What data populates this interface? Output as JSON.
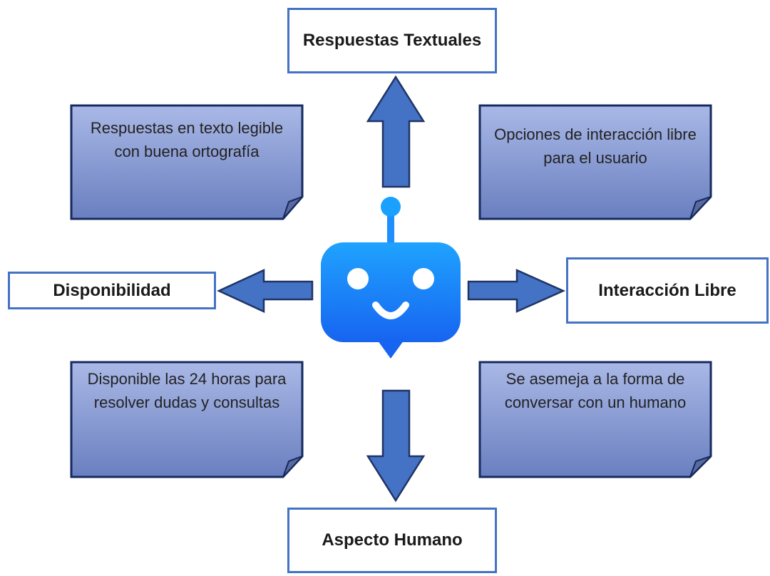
{
  "labels": {
    "top": "Respuestas Textuales",
    "left": "Disponibilidad",
    "right": "Interacción Libre",
    "bottom": "Aspecto Humano"
  },
  "notes": {
    "top_left": "Respuestas en texto legible con buena ortografía",
    "top_right": "Opciones de interacción libre para el usuario",
    "bottom_left": "Disponible las 24 horas para resolver dudas y consultas",
    "bottom_right": "Se asemeja a la forma de conversar con un humano"
  },
  "colors": {
    "arrow_fill": "#4472c4",
    "arrow_stroke": "#1f3466",
    "note_top": "#a9b8e6",
    "note_bottom": "#6a7fc0",
    "note_border": "#152a5e",
    "box_border": "#4472c4",
    "robot_top": "#1fa3ff",
    "robot_bottom": "#1764f0"
  },
  "icons": {
    "center": "chatbot-robot-icon"
  }
}
